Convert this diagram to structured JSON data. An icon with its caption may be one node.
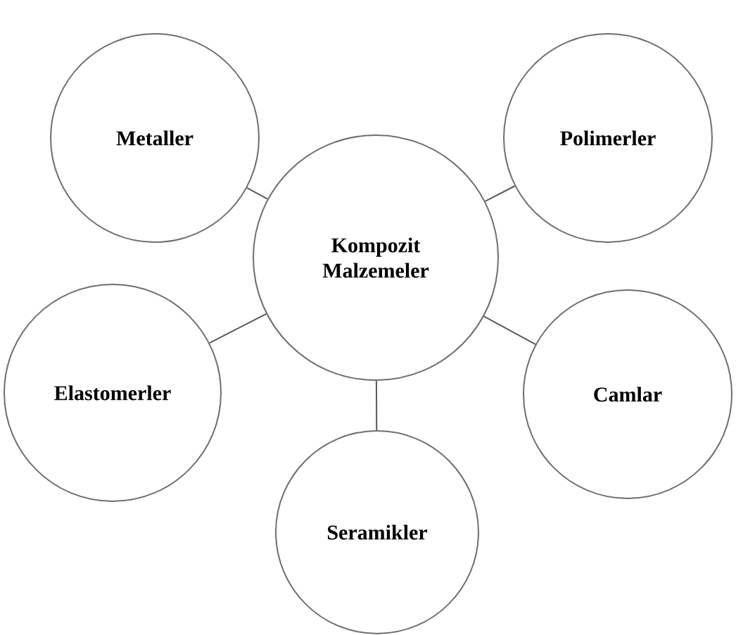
{
  "diagram": {
    "nodes": [
      {
        "text": [
          "Metaller"
        ]
      },
      {
        "text": [
          "Polimerler"
        ]
      },
      {
        "text": [
          "Kompozit Malzemeler"
        ]
      },
      {
        "text": [
          "Elastomerler"
        ]
      },
      {
        "text": [
          "Camlar"
        ]
      },
      {
        "text": [
          "Seramikler"
        ]
      }
    ],
    "edges": [
      {
        "from": 2,
        "to": 0,
        "arrow": "none"
      },
      {
        "from": 2,
        "to": 1,
        "arrow": "none"
      },
      {
        "from": 2,
        "to": 3,
        "arrow": "none"
      },
      {
        "from": 2,
        "to": 4,
        "arrow": "none"
      },
      {
        "from": 2,
        "to": 5,
        "arrow": "none"
      }
    ]
  }
}
